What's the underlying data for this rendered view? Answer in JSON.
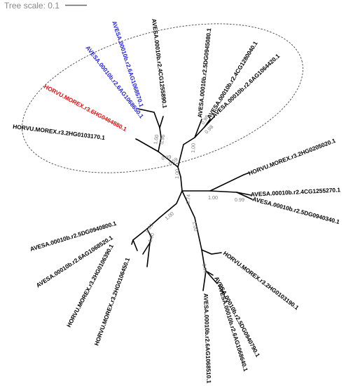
{
  "scale": {
    "label": "Tree scale: 0.1"
  },
  "colors": {
    "default": "#000000",
    "avesa_highlight": "#1f1fe0",
    "horvu_highlight": "#e01010",
    "support": "#7a7a7a"
  },
  "leaves": [
    {
      "label": "AVESA.00010b.r2.6AG1068570.1",
      "color": "#1f1fe0"
    },
    {
      "label": "AVESA.00010b.r2.6AG1068650.1",
      "color": "#1f1fe0"
    },
    {
      "label": "AVESA.00010b.r2.4CG1255890.1",
      "color": "#000000"
    },
    {
      "label": "HORVU.MOREX.r3.6HG0464880.1",
      "color": "#e01010"
    },
    {
      "label": "HORVU.MOREX.r3.2HG0103170.1",
      "color": "#000000"
    },
    {
      "label": "AVESA.00010b.r2.5DG0945080.1",
      "color": "#000000"
    },
    {
      "label": "AVESA.00010b.r2.4CG1280040.1",
      "color": "#000000"
    },
    {
      "label": "AVESA.00010b.r2.6AG1064420.1",
      "color": "#000000"
    },
    {
      "label": "HORVU.MOREX.r3.2HG0205020.1",
      "color": "#000000"
    },
    {
      "label": "AVESA.00010b.r2.4CG1255270.1",
      "color": "#000000"
    },
    {
      "label": "AVESA.00010b.r2.5DG0940340.1",
      "color": "#000000"
    },
    {
      "label": "AVESA.00010b.r2.5DG0940800.1",
      "color": "#000000"
    },
    {
      "label": "AVESA.00010b.r2.6AG1068520.1",
      "color": "#000000"
    },
    {
      "label": "HORVU.MOREX.r3.2HG0106390.1",
      "color": "#000000"
    },
    {
      "label": "HORVU.MOREX.r3.2HG0106450.1",
      "color": "#000000"
    },
    {
      "label": "HORVU.MOREX.r3.2HG0103190.1",
      "color": "#000000"
    },
    {
      "label": "AVESA.00010b.r2.5DG0940790.1",
      "color": "#000000"
    },
    {
      "label": "AVESA.00010b.r2.6AG1068510.1",
      "color": "#000000"
    },
    {
      "label": "AVESA.00010b.r2.6AG1068640.1",
      "color": "#000000"
    }
  ],
  "support_values": [
    "1.00",
    "0.96",
    "1.00",
    "0.98",
    "1.00",
    "0.99",
    "0.74",
    "1.00",
    "0.81",
    "1.00",
    "1.00",
    "0.98",
    "0.59",
    "0.99",
    "1.00",
    "0.98"
  ]
}
